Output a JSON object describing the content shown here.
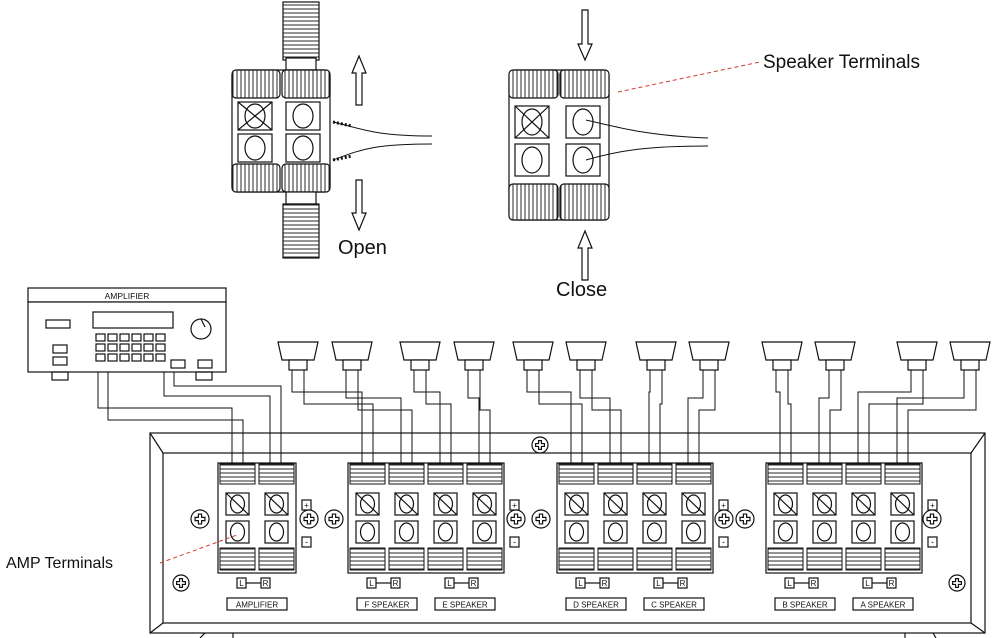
{
  "labels": {
    "speaker_terminals": "Speaker Terminals",
    "open": "Open",
    "close": "Close",
    "amplifier_unit": "AMPLIFIER",
    "amp_terminals": "AMP Terminals"
  },
  "panel": {
    "section_labels": [
      "AMPLIFIER",
      "F SPEAKER",
      "E SPEAKER",
      "D SPEAKER",
      "C SPEAKER",
      "B SPEAKER",
      "A SPEAKER"
    ],
    "channel_left": "L",
    "channel_right": "R",
    "plus": "+",
    "minus": "-"
  },
  "colors": {
    "line": "#111111",
    "callout": "#d23a2a",
    "background": "#ffffff"
  }
}
